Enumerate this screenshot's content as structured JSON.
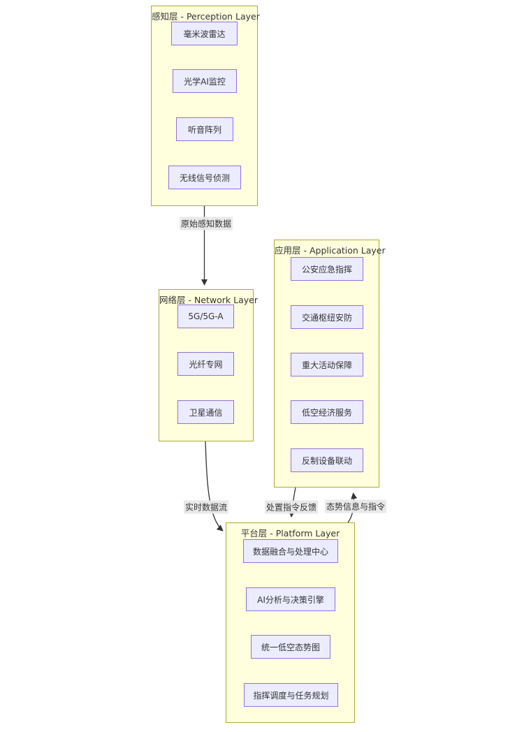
{
  "diagram": {
    "type": "flowchart",
    "colors": {
      "cluster_fill": "#ffffde",
      "cluster_border": "#aaaa33",
      "node_fill": "#ececff",
      "node_border": "#9370db",
      "edge_color": "#333333",
      "text_color": "#333333",
      "edge_label_bg": "#e8e8e8",
      "background": "#ffffff"
    },
    "clusters": [
      {
        "id": "perception",
        "title": "感知层 - Perception Layer",
        "nodes": [
          "毫米波雷达",
          "光学AI监控",
          "听音阵列",
          "无线信号侦测"
        ]
      },
      {
        "id": "network",
        "title": "网络层 - Network Layer",
        "nodes": [
          "5G/5G-A",
          "光纤专网",
          "卫星通信"
        ]
      },
      {
        "id": "application",
        "title": "应用层 - Application Layer",
        "nodes": [
          "公安应急指挥",
          "交通枢纽安防",
          "重大活动保障",
          "低空经济服务",
          "反制设备联动"
        ]
      },
      {
        "id": "platform",
        "title": "平台层 - Platform Layer",
        "nodes": [
          "数据融合与处理中心",
          "AI分析与决策引擎",
          "统一低空态势图",
          "指挥调度与任务规划"
        ]
      }
    ],
    "edges": [
      {
        "from": "perception",
        "to": "network",
        "label": "原始感知数据"
      },
      {
        "from": "network",
        "to": "platform",
        "label": "实时数据流"
      },
      {
        "from": "application",
        "to": "platform",
        "label": "处置指令反馈"
      },
      {
        "from": "platform",
        "to": "application",
        "label": "态势信息与指令"
      }
    ]
  }
}
